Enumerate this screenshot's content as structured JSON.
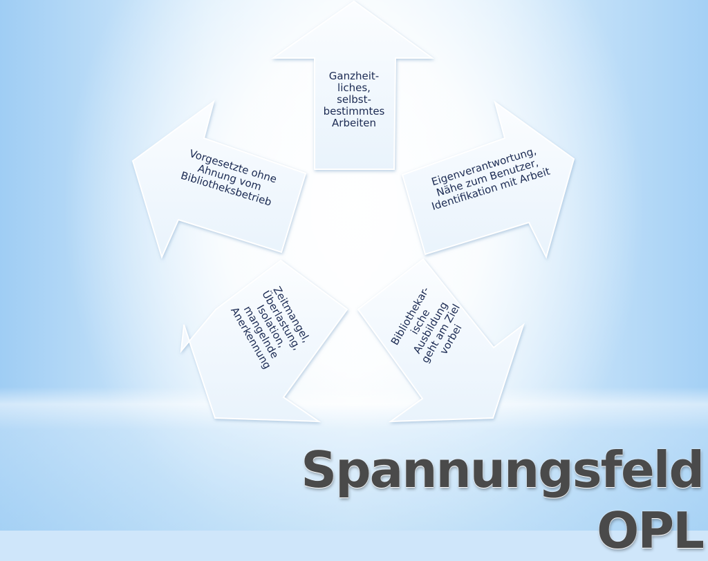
{
  "slide": {
    "title": "Spannungsfeld OPL"
  },
  "diagram": {
    "arrows": [
      {
        "id": "top",
        "text": "Ganzheit-\nliches,\nselbst-\nbestimmtes\nArbeiten"
      },
      {
        "id": "right",
        "text": "Eigenverantwortung,\nNähe zum Benutzer,\nIdentifikation mit Arbeit"
      },
      {
        "id": "bottom-right",
        "text": "Bibliothekar-\nische\nAusbildung\ngeht am Ziel\nvorbei"
      },
      {
        "id": "bottom-left",
        "text": "Zeitmangel,\nÜberlastung,\nIsolation,\nmangelnde\nAnerkennung"
      },
      {
        "id": "left",
        "text": "Vorgesetzte ohne\nAhnung vom\nBibliotheksbetrieb"
      }
    ]
  },
  "colors": {
    "text": "#1b2a52",
    "title": "#4a4a4a",
    "arrow_fill": "#f4f9fe"
  }
}
